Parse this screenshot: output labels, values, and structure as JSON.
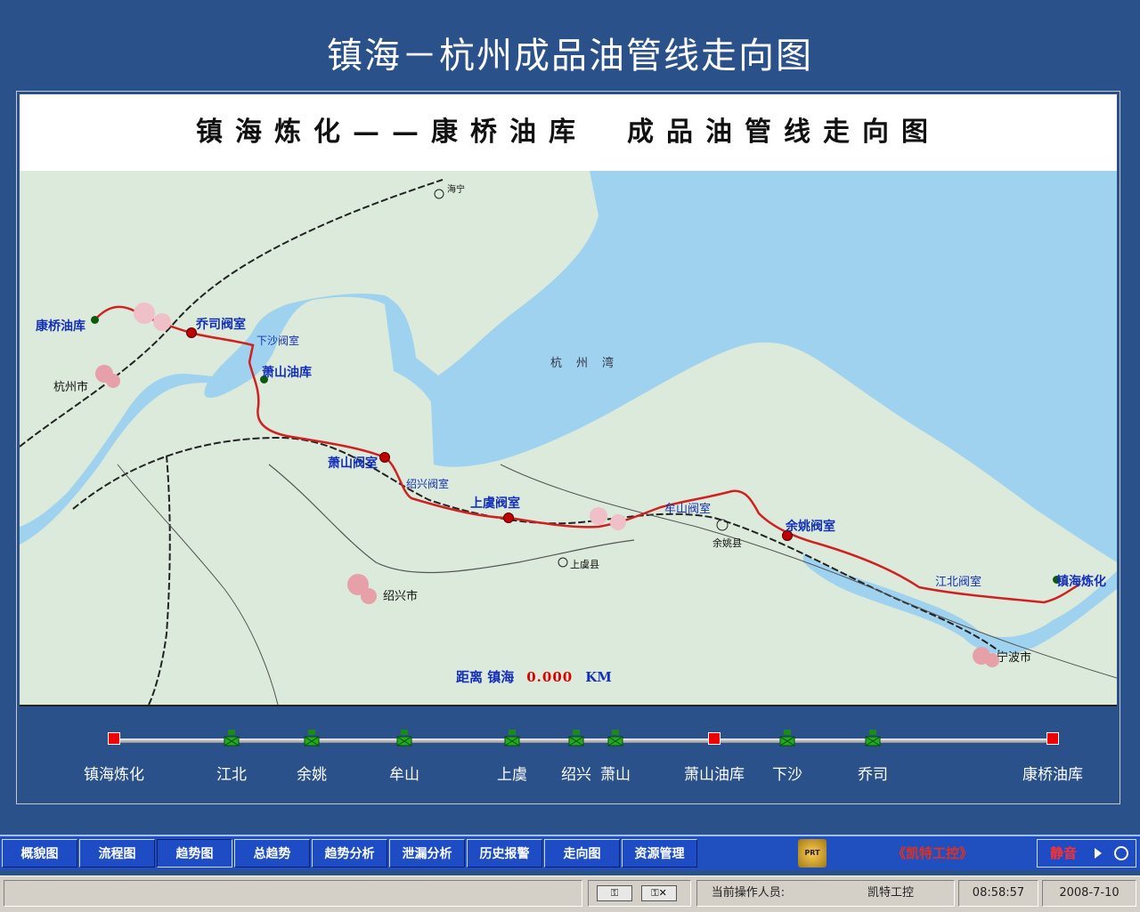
{
  "app": {
    "title": "镇海－杭州成品油管线走向图"
  },
  "map": {
    "header": "镇海炼化——康桥油库　成品油管线走向图",
    "stations": [
      {
        "id": "kangqiao",
        "label": "康桥油库",
        "type": "tank"
      },
      {
        "id": "qiaosi",
        "label": "乔司阀室",
        "type": "valve"
      },
      {
        "id": "xiasha",
        "label": "下沙阀室",
        "type": "valve"
      },
      {
        "id": "xiaoshan_depot",
        "label": "萧山油库",
        "type": "tank"
      },
      {
        "id": "xiaoshan_valve",
        "label": "萧山阀室",
        "type": "valve"
      },
      {
        "id": "shaoxing",
        "label": "绍兴阀室",
        "type": "valve"
      },
      {
        "id": "shangyu",
        "label": "上虞阀室",
        "type": "valve"
      },
      {
        "id": "moushan",
        "label": "牟山阀室",
        "type": "valve"
      },
      {
        "id": "yuyao",
        "label": "余姚阀室",
        "type": "valve"
      },
      {
        "id": "jiangbei",
        "label": "江北阀室",
        "type": "valve"
      },
      {
        "id": "zhenhai",
        "label": "镇海炼化",
        "type": "tank"
      }
    ],
    "cities": {
      "hangzhou": "杭州市",
      "shaoxing": "绍兴市",
      "ningbo": "宁波市",
      "yuyao": "余姚县",
      "shangyu": "上虞县",
      "haining": "海宁"
    },
    "sea_label": "杭州湾",
    "distance": {
      "label": "距离 镇海",
      "value": "0.000",
      "unit": "KM"
    }
  },
  "line_diagram": {
    "nodes": [
      {
        "label": "镇海炼化",
        "type": "red"
      },
      {
        "label": "江北",
        "type": "valve"
      },
      {
        "label": "余姚",
        "type": "valve"
      },
      {
        "label": "牟山",
        "type": "valve"
      },
      {
        "label": "上虞",
        "type": "valve"
      },
      {
        "label": "绍兴",
        "type": "valve"
      },
      {
        "label": "萧山",
        "type": "valve"
      },
      {
        "label": "萧山油库",
        "type": "red"
      },
      {
        "label": "下沙",
        "type": "valve"
      },
      {
        "label": "乔司",
        "type": "valve"
      },
      {
        "label": "康桥油库",
        "type": "red"
      }
    ]
  },
  "toolbar": {
    "buttons": [
      "概貌图",
      "流程图",
      "趋势图",
      "总趋势",
      "趋势分析",
      "泄漏分析",
      "历史报警",
      "走向图",
      "资源管理"
    ],
    "active": "趋势图",
    "logo_text": "PRT",
    "brand": "《凯特工控》",
    "mute": "静音"
  },
  "status": {
    "operator_label": "当前操作人员:",
    "operator": "凯特工控",
    "time": "08:58:57",
    "date": "2008-7-10"
  },
  "colors": {
    "background": "#2a5189",
    "pipeline": "#d02020",
    "sea": "#9ed2ee",
    "land": "#dbeadb",
    "toolbar": "#2050c0"
  }
}
